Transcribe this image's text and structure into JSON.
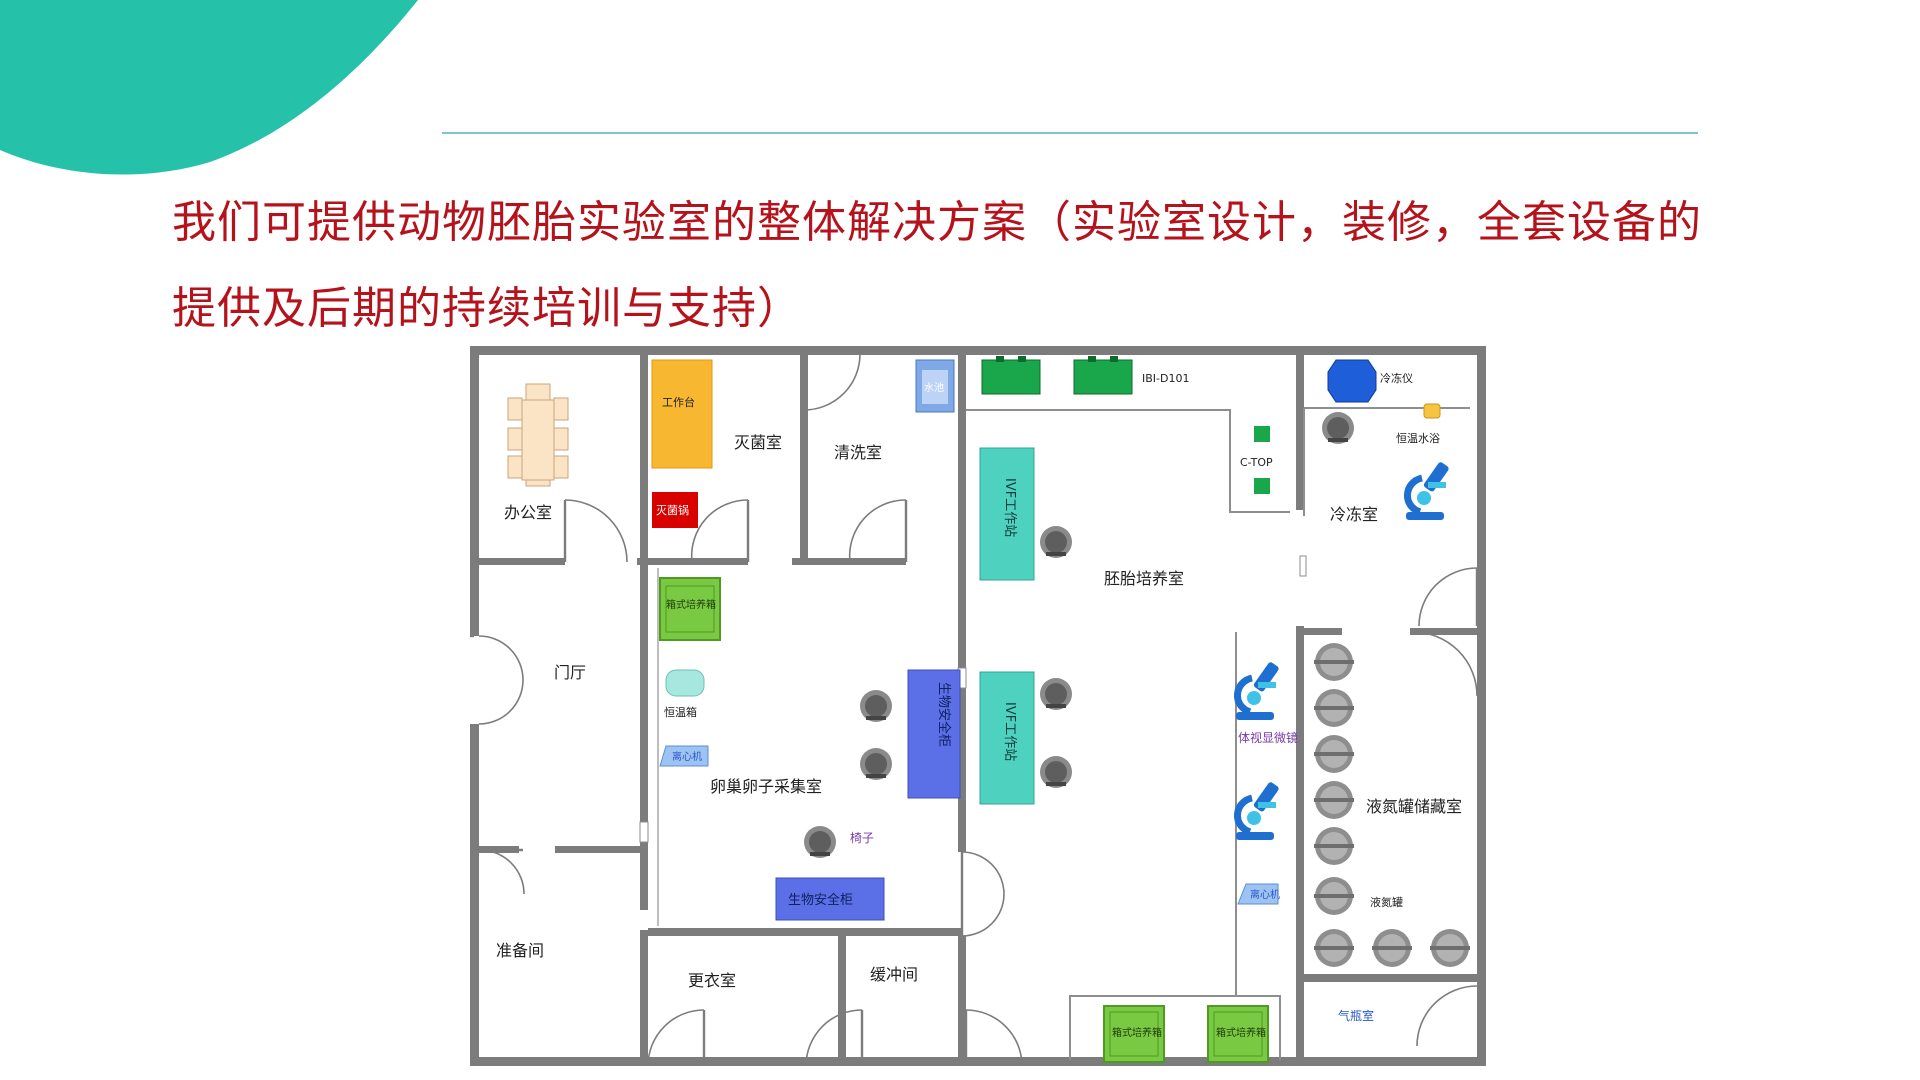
{
  "headline": {
    "line1": "我们可提供动物胚胎实验室的整体解决方案（实验室设计，装修，全套设备的",
    "line2": "提供及后期的持续培训与支持）"
  },
  "colors": {
    "accent_teal": "#25c2a9",
    "headline_red": "#b5121b",
    "rule": "#7cc6cf",
    "wall_gray": "#7c7c7c",
    "workstation_teal": "#4fd1c0",
    "safety_cabinet_blue": "#5b6fe6",
    "incubator_green": "#7ac943",
    "workbench_yellow": "#f7b731",
    "sterilizer_red": "#d90000",
    "equipment_green": "#1aa64b"
  },
  "rooms": {
    "office": "办公室",
    "sterilization": "灭菌室",
    "washing": "清洗室",
    "lobby": "门厅",
    "oocyte_collection": "卵巢卵子采集室",
    "embryo_culture": "胚胎培养室",
    "cryo": "冷冻室",
    "ln2_storage": "液氮罐储藏室",
    "preparation": "准备间",
    "changing": "更衣室",
    "buffer": "缓冲间",
    "gas_cylinder": "气瓶室"
  },
  "equipment": {
    "workbench": "工作台",
    "sterilizer": "灭菌锅",
    "sink": "水池",
    "box_incubator": "箱式培养箱",
    "thermostat_box": "恒温箱",
    "centrifuge": "离心机",
    "bio_safety_cabinet": "生物安全柜",
    "ivf_workstation": "IVF工作站",
    "chair": "椅子",
    "ibi": "IBI-D101",
    "ctop": "C-TOP",
    "freezer": "冷冻仪",
    "water_bath": "恒温水浴",
    "stereo_microscope": "体视显微镜",
    "ln2_tank": "液氮罐"
  }
}
